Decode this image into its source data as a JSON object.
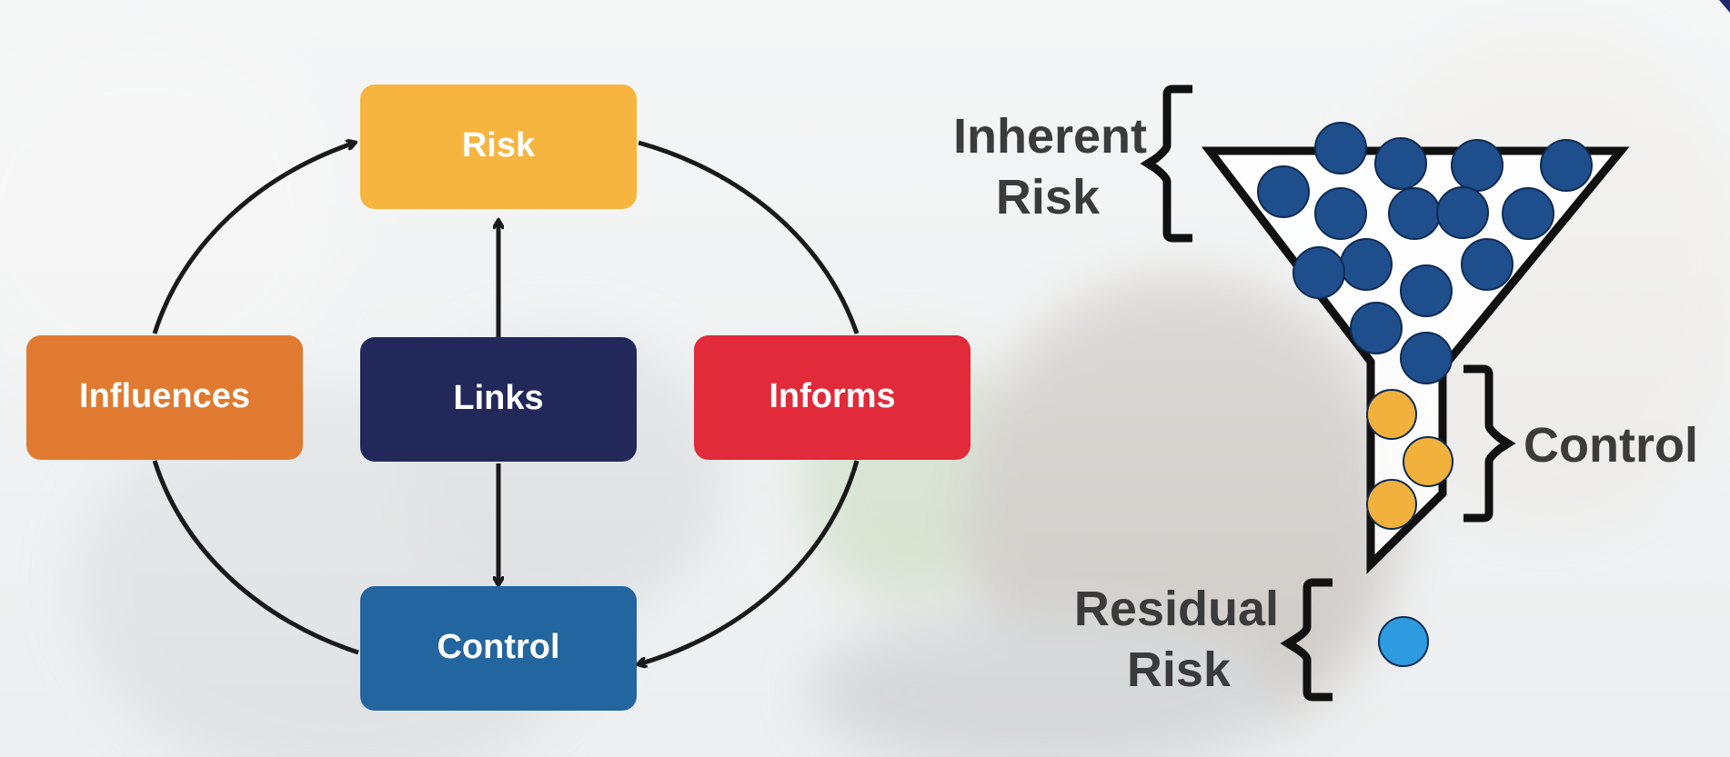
{
  "cycle": {
    "risk": {
      "label": "Risk",
      "color": "#F5B53F"
    },
    "influences": {
      "label": "Influences",
      "color": "#E07A30"
    },
    "links": {
      "label": "Links",
      "color": "#22285A"
    },
    "informs": {
      "label": "Informs",
      "color": "#E12A3A"
    },
    "control": {
      "label": "Control",
      "color": "#23659E"
    },
    "arrow_color": "#1a1a1a"
  },
  "funnel": {
    "inherent": {
      "line1": "Inherent",
      "line2": "Risk"
    },
    "control_label": "Control",
    "residual": {
      "line1": "Residual",
      "line2": "Risk"
    },
    "inherent_ball_count": 15,
    "control_ball_count": 3,
    "residual_ball_count": 1,
    "inherent_ball_color": "#1F4E8C",
    "control_ball_color": "#F2B13D",
    "residual_ball_color": "#2E9BE0"
  }
}
